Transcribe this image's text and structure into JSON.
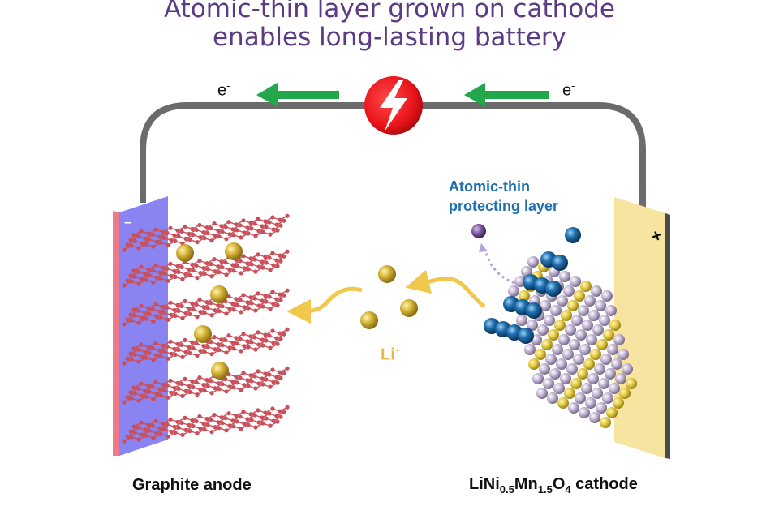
{
  "title": {
    "line1": "Atomic-thin layer grown on cathode",
    "line2": "enables long-lasting battery"
  },
  "circuit": {
    "electron_left": "e",
    "electron_right": "e",
    "electron_sup": "-"
  },
  "labels": {
    "protecting_layer_line1": "Atomic-thin",
    "protecting_layer_line2": "protecting layer",
    "lithium_ion": "Li",
    "lithium_sup": "+",
    "anode_sign": "–",
    "cathode_sign": "+"
  },
  "captions": {
    "anode": "Graphite anode",
    "cathode_prefix": "LiNi",
    "cathode_sub1": "0.5",
    "cathode_mid": "Mn",
    "cathode_sub2": "1.5",
    "cathode_o": "O",
    "cathode_sub3": "4",
    "cathode_suffix": " cathode"
  },
  "colors": {
    "title": "#5b3a86",
    "arrow": "#22a84a",
    "bulb": "#e8141b",
    "anode_plate": "#8a84f2",
    "anode_edge": "#f07a8a",
    "cathode_plate": "#f7e4a0",
    "graphite": "#c9505a",
    "li_ion": "#d8b83a",
    "protect_atom": "#1d6aa6",
    "cathode_atom": "#b7aac8",
    "ion_path": "#f0c84e"
  }
}
